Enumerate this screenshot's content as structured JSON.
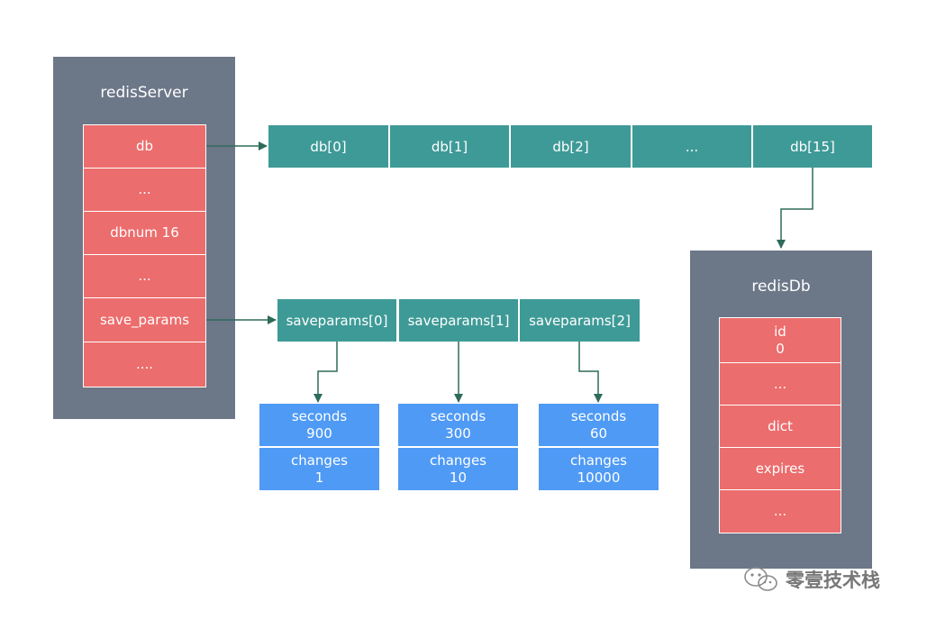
{
  "server": {
    "title": "redisServer",
    "fields": [
      "db",
      "...",
      "dbnum 16",
      "...",
      "save_params",
      "...."
    ]
  },
  "db_array": [
    "db[0]",
    "db[1]",
    "db[2]",
    "...",
    "db[15]"
  ],
  "redisdb": {
    "title": "redisDb",
    "fields": [
      "id\n0",
      "...",
      "dict",
      "expires",
      "..."
    ]
  },
  "saveparams": {
    "labels": [
      "saveparams[0]",
      "saveparams[1]",
      "saveparams[2]"
    ],
    "entries": [
      {
        "seconds": "seconds\n900",
        "changes": "changes\n1"
      },
      {
        "seconds": "seconds\n300",
        "changes": "changes\n10"
      },
      {
        "seconds": "seconds\n60",
        "changes": "changes\n10000"
      }
    ]
  },
  "watermark": "零壹技术栈",
  "colors": {
    "panel": "#6c7788",
    "field": "#ec6d6d",
    "teal": "#3e9a97",
    "blue": "#4f9af5",
    "arrow": "#2e6b5a"
  }
}
